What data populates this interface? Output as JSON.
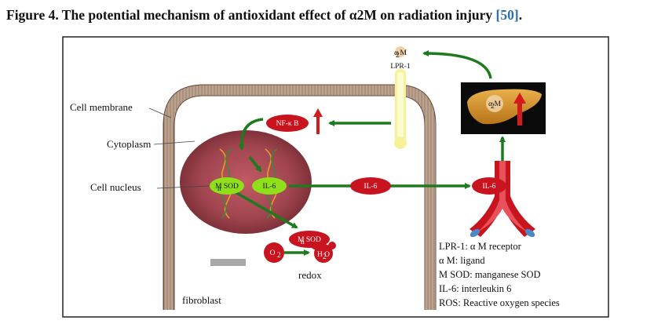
{
  "caption": {
    "prefix": "Figure 4. The potential mechanism of antioxidant effect of α2M on radiation injury ",
    "ref": "[50]",
    "suffix": "."
  },
  "labels": {
    "cell_membrane": "Cell membrane",
    "cytoplasm": "Cytoplasm",
    "cell_nucleus": "Cell nucleus",
    "fibroblast": "fibroblast",
    "redox": "redox"
  },
  "nodes": {
    "nfkb": "NF-κ B",
    "mnsod_nucleus": "M SOD",
    "il6_nucleus": "IL-6",
    "il6_cytoplasm": "IL-6",
    "il6_vessel": "IL-6",
    "mnsod_cytoplasm": "M SOD",
    "o2": "O",
    "h2o": "H O",
    "receptor_ligand": "α M",
    "receptor_name": "LPR-1",
    "liver_ligand": "α M"
  },
  "legend": [
    "LPR-1: α M receptor",
    "α M: ligand",
    "M SOD: manganese SOD",
    "IL-6: interleukin 6",
    "ROS: Reactive oxygen species"
  ],
  "colors": {
    "arrow": "#1e7a1e",
    "pill_red": "#c8141e",
    "pill_green": "#8fe01a",
    "nucleus": "#7a2e34",
    "membrane": "#8a6a56"
  }
}
